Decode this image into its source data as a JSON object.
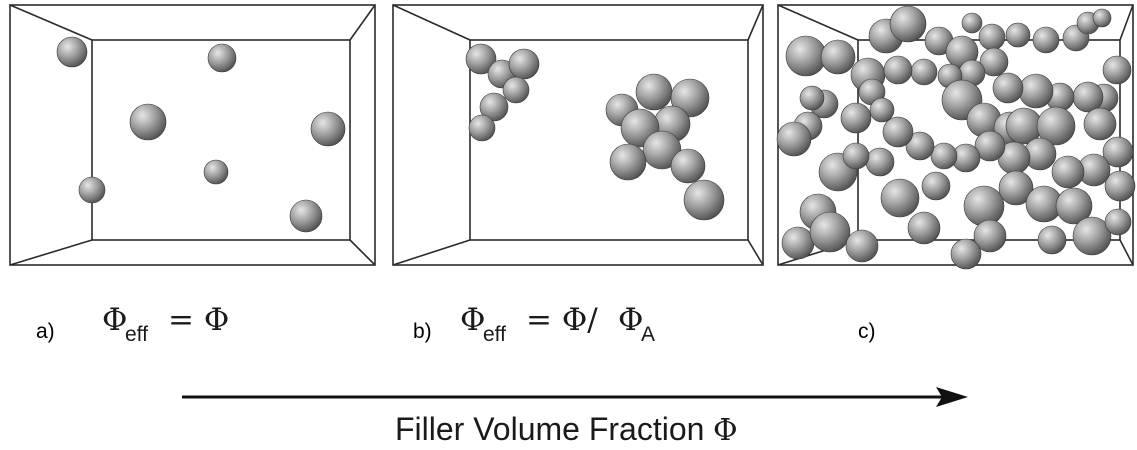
{
  "panels": [
    {
      "label": "a)",
      "formula": {
        "lhs_symbol": "Φ",
        "lhs_sub": "eff",
        "rhs_main": "= Φ",
        "rhs_tail": "",
        "rhs_sub": ""
      }
    },
    {
      "label": "b)",
      "formula": {
        "lhs_symbol": "Φ",
        "lhs_sub": "eff",
        "rhs_main": "= Φ/",
        "rhs_tail": "Φ",
        "rhs_sub": "A"
      }
    },
    {
      "label": "c)",
      "formula": null
    }
  ],
  "axis": {
    "caption": "Filler Volume Fraction",
    "symbol": "Φ"
  },
  "colors": {
    "box_line": "#2b2b2b",
    "sphere_light": "#d8d8d8",
    "sphere_mid": "#9a9a9a",
    "sphere_dark": "#4a4a4a",
    "arrow": "#111111"
  }
}
